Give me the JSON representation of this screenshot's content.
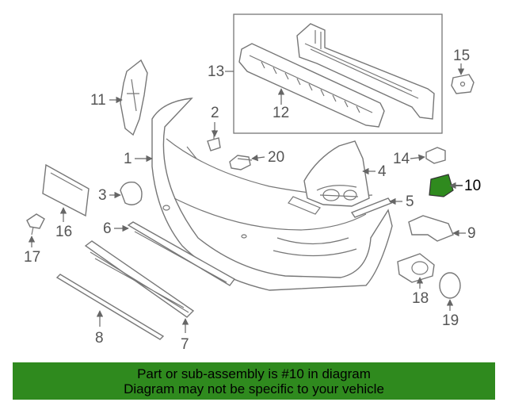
{
  "callouts": {
    "c1": "1",
    "c2": "2",
    "c3": "3",
    "c4": "4",
    "c5": "5",
    "c6": "6",
    "c7": "7",
    "c8": "8",
    "c9": "9",
    "c10": "10",
    "c11": "11",
    "c12": "12",
    "c13": "13",
    "c14": "14",
    "c15": "15",
    "c16": "16",
    "c17": "17",
    "c18": "18",
    "c19": "19",
    "c20": "20"
  },
  "highlight": {
    "part_number": "10",
    "color": "#2f8a1e"
  },
  "footer": {
    "line1": "Part or sub-assembly is #10 in diagram",
    "line2": "Diagram may not be specific to your vehicle",
    "background": "#2f8a1e"
  }
}
